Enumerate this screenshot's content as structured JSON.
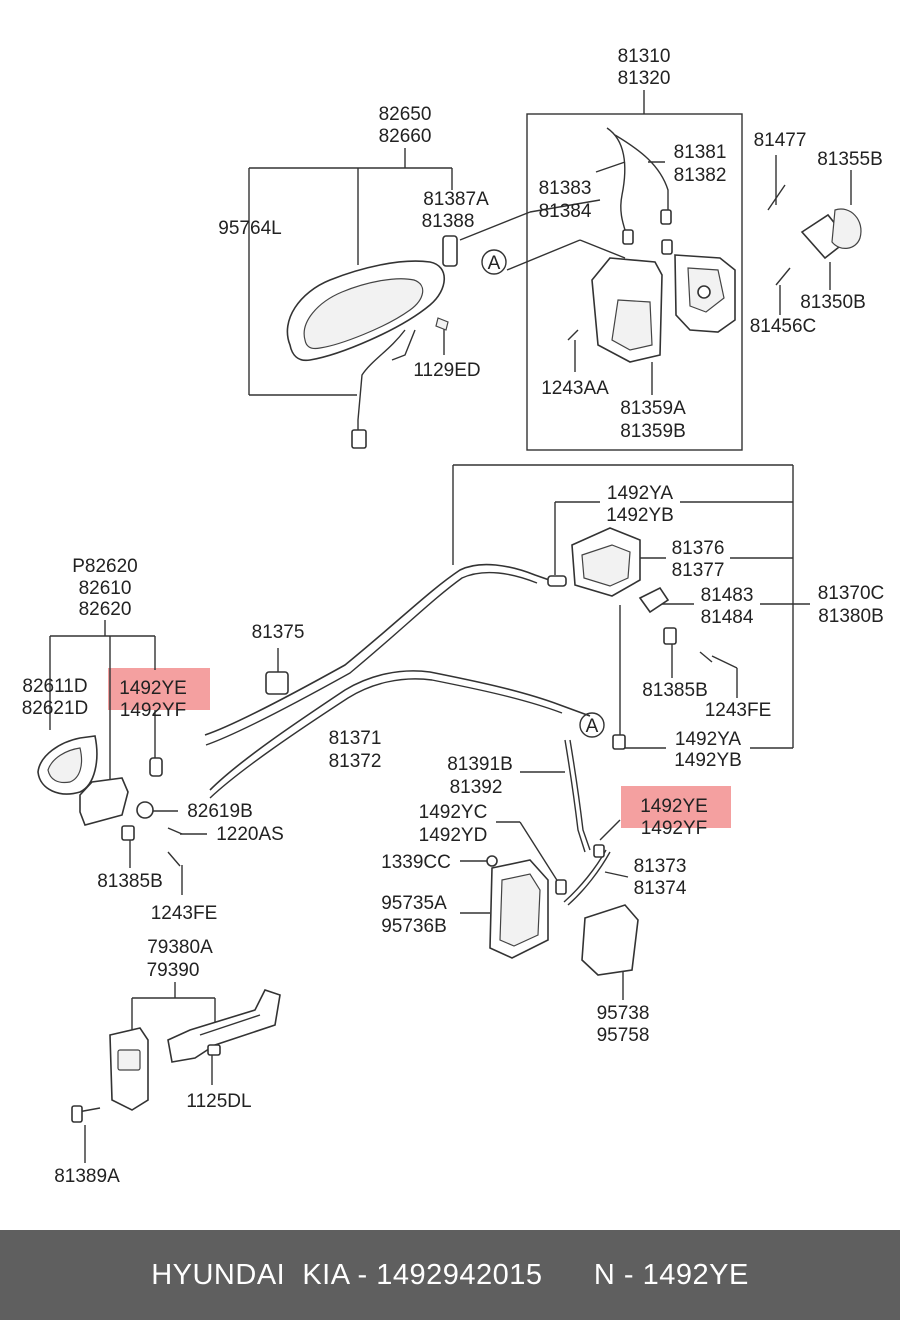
{
  "labels": {
    "l81310": "81310",
    "l81320": "81320",
    "l82650": "82650",
    "l82660": "82660",
    "l81477": "81477",
    "l81355B": "81355B",
    "l81381": "81381",
    "l81382": "81382",
    "l81383": "81383",
    "l81384": "81384",
    "l81387A": "81387A",
    "l81388": "81388",
    "l95764L": "95764L",
    "calloutA1": "A",
    "l81350B": "81350B",
    "l81456C": "81456C",
    "l1129ED": "1129ED",
    "l1243AA": "1243AA",
    "l81359A": "81359A",
    "l81359B": "81359B",
    "l1492YA_top": "1492YA",
    "l1492YB_top": "1492YB",
    "l81376": "81376",
    "l81377": "81377",
    "l81370C": "81370C",
    "l81380B": "81380B",
    "l81483": "81483",
    "l81484": "81484",
    "lP82620": "P82620",
    "l82610": "82610",
    "l82620": "82620",
    "l81375": "81375",
    "l81385B_right": "81385B",
    "l1243FE_right": "1243FE",
    "l82611D": "82611D",
    "l82621D": "82621D",
    "l1492YE_left": "1492YE",
    "l1492YF_left": "1492YF",
    "l81371": "81371",
    "l81372": "81372",
    "calloutA2": "A",
    "l1492YA_bot": "1492YA",
    "l1492YB_bot": "1492YB",
    "l81391B": "81391B",
    "l81392": "81392",
    "l82619B": "82619B",
    "l1492YE_right": "1492YE",
    "l1492YF_right": "1492YF",
    "l1492YC": "1492YC",
    "l1492YD": "1492YD",
    "l1220AS": "1220AS",
    "l1339CC": "1339CC",
    "l81373": "81373",
    "l81374": "81374",
    "l81385B_left": "81385B",
    "l95735A": "95735A",
    "l95736B": "95736B",
    "l1243FE_left": "1243FE",
    "l79380A": "79380A",
    "l79390": "79390",
    "l95738": "95738",
    "l95758": "95758",
    "l1125DL": "1125DL",
    "l81389A": "81389A"
  },
  "colors": {
    "highlight": "#f08080",
    "footer_bg": "#5f5f5f",
    "footer_text": "#ffffff"
  },
  "footer": {
    "text": "HYUNDAI  KIA - 1492942015      N - 1492YE"
  }
}
